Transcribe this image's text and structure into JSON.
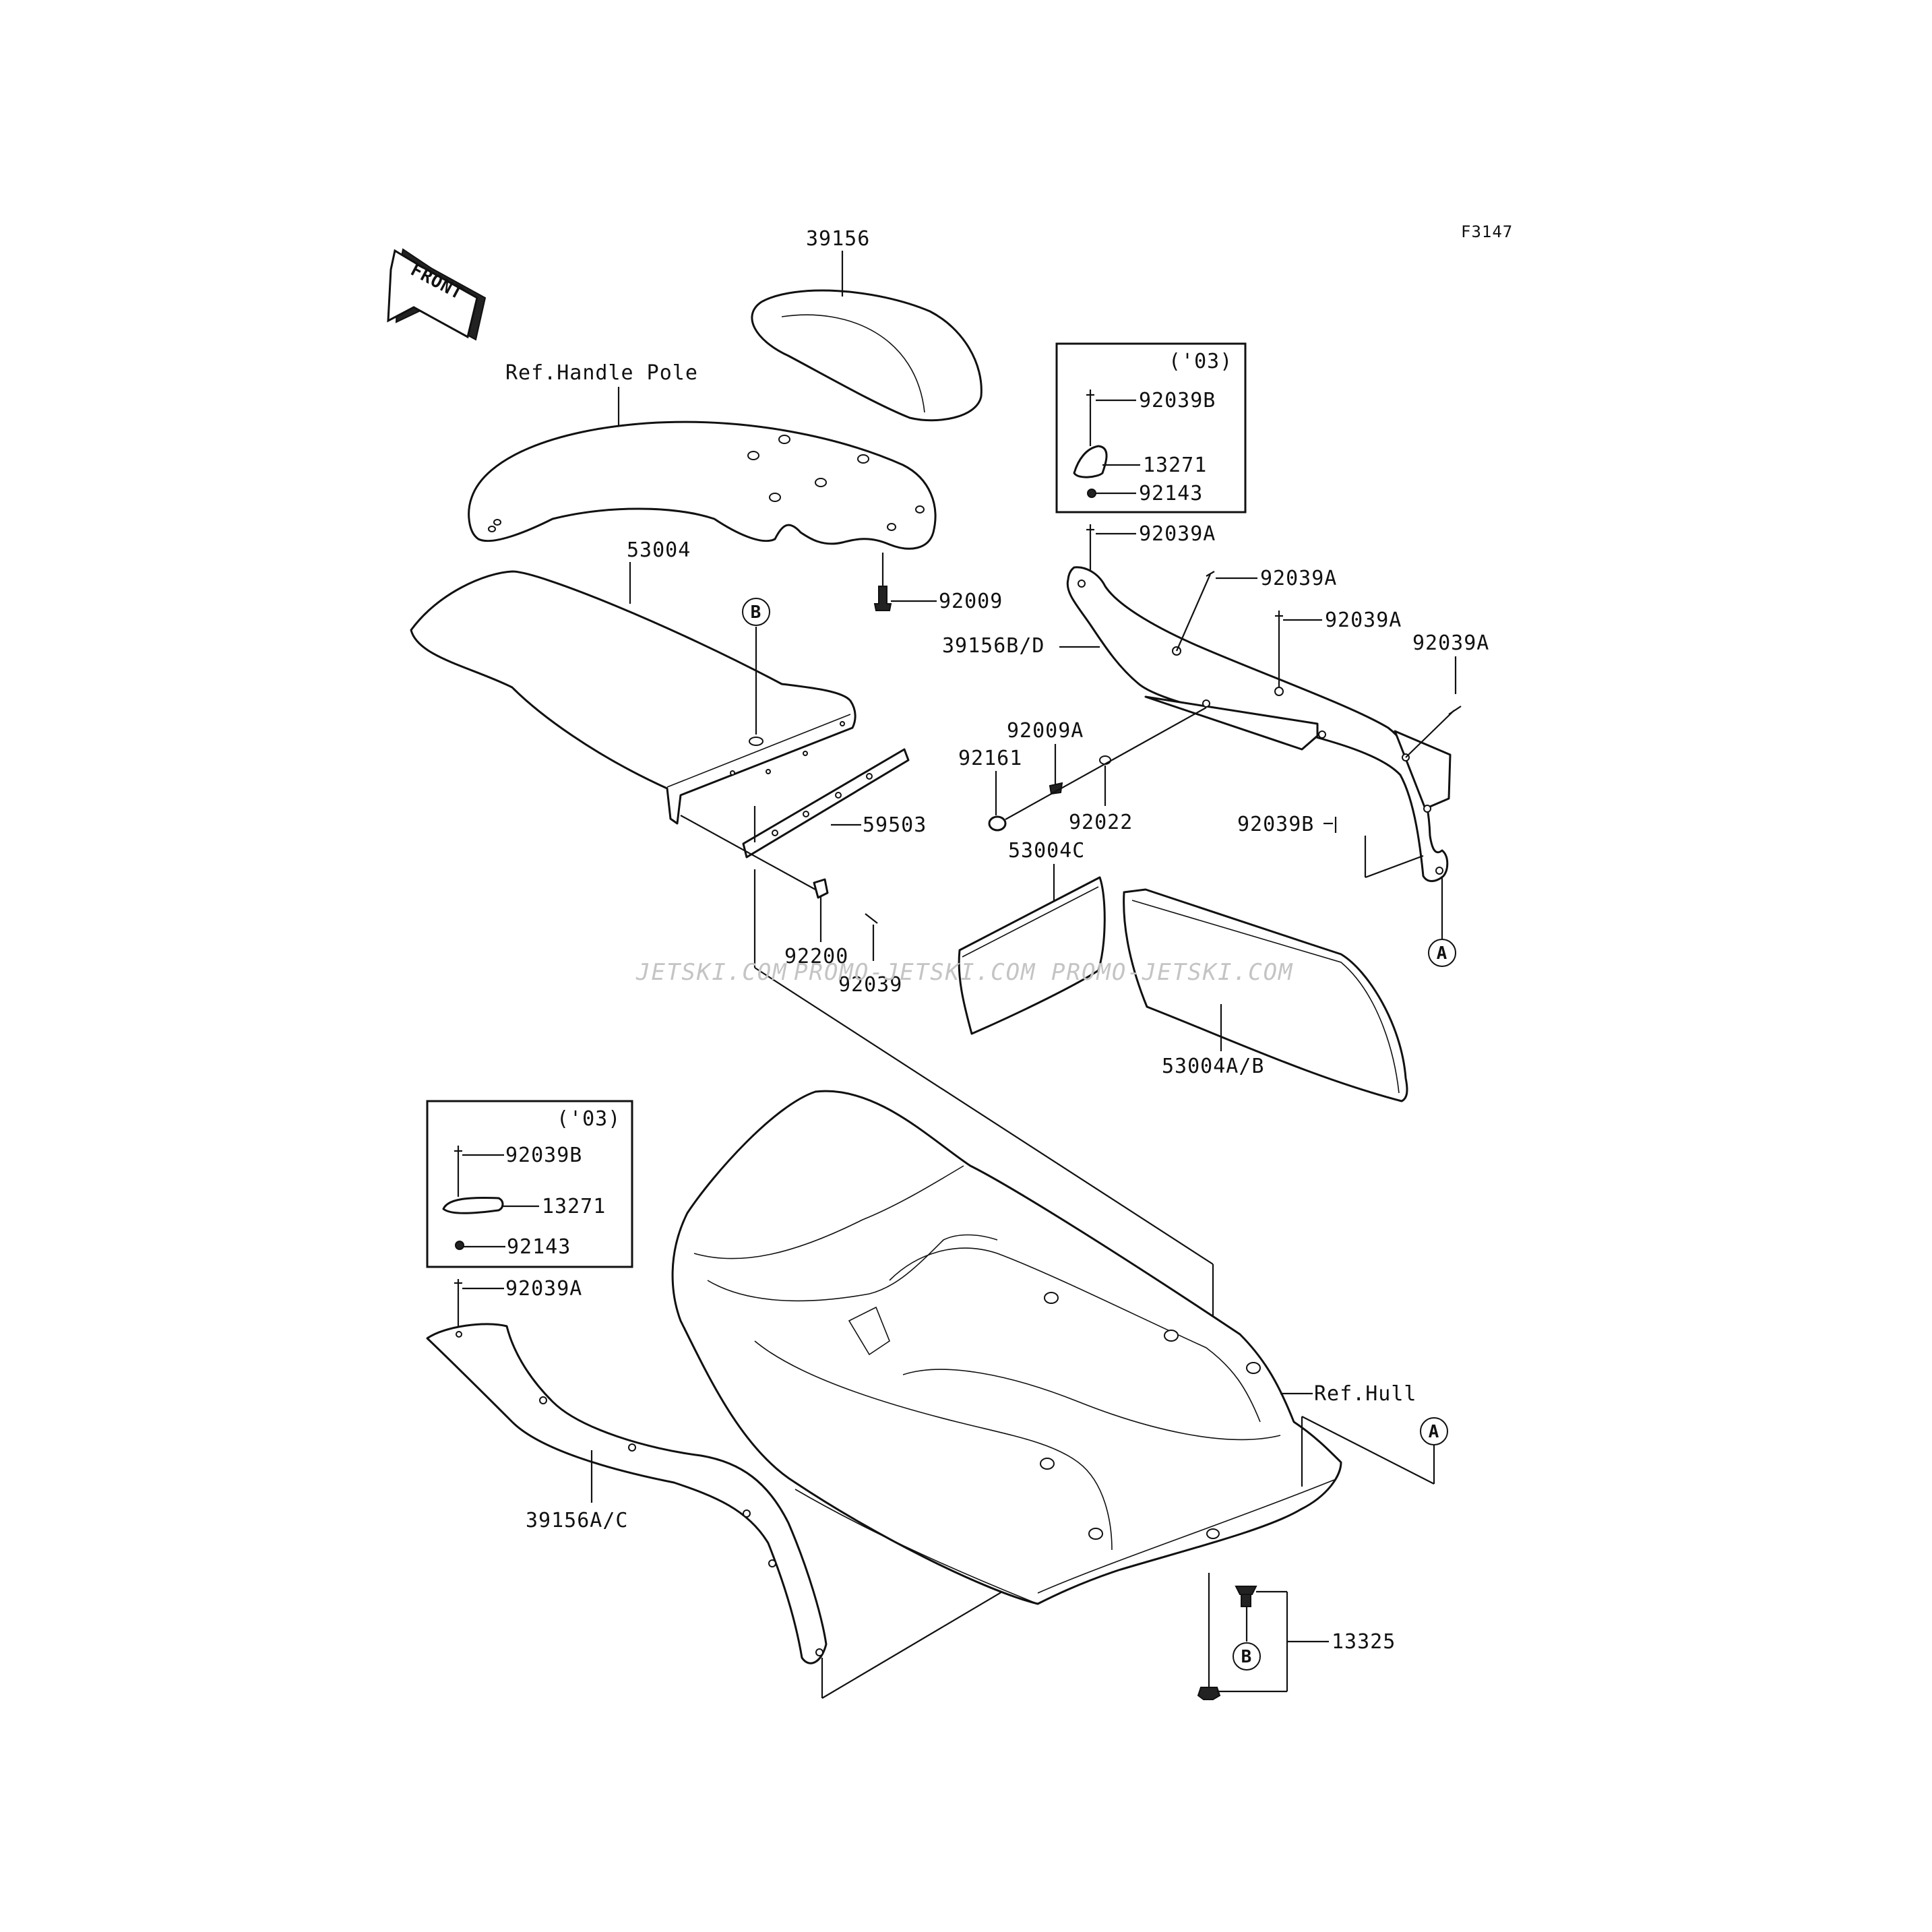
{
  "figure_code": "F3147",
  "front_label": "FRONT",
  "watermarks": [
    "JETSKI.COM",
    "PROMO-JETSKI.COM",
    "PROMO-JETSKI.COM"
  ],
  "callouts": {
    "part_39156": "39156",
    "ref_handle_pole": "Ref.Handle Pole",
    "part_53004": "53004",
    "part_92009": "92009",
    "part_59503": "59503",
    "part_92200": "92200",
    "part_92039": "92039",
    "part_39156bd": "39156B/D",
    "part_92039a_1": "92039A",
    "part_92039a_2": "92039A",
    "part_92039a_3": "92039A",
    "part_92039a_4": "92039A",
    "part_92009a": "92009A",
    "part_92161": "92161",
    "part_92022": "92022",
    "part_92039b": "92039B",
    "part_53004c": "53004C",
    "part_53004ab": "53004A/B",
    "ref_hull": "Ref.Hull",
    "part_39156ac": "39156A/C",
    "part_92039a_5": "92039A",
    "part_13325": "13325"
  },
  "inset_top": {
    "year": "('03)",
    "items": [
      "92039B",
      "13271",
      "92143"
    ]
  },
  "inset_bottom": {
    "year": "('03)",
    "items": [
      "92039B",
      "13271",
      "92143"
    ]
  },
  "markers": {
    "b_top": "B",
    "a_right": "A",
    "a_hull": "A",
    "b_bottom": "B"
  }
}
